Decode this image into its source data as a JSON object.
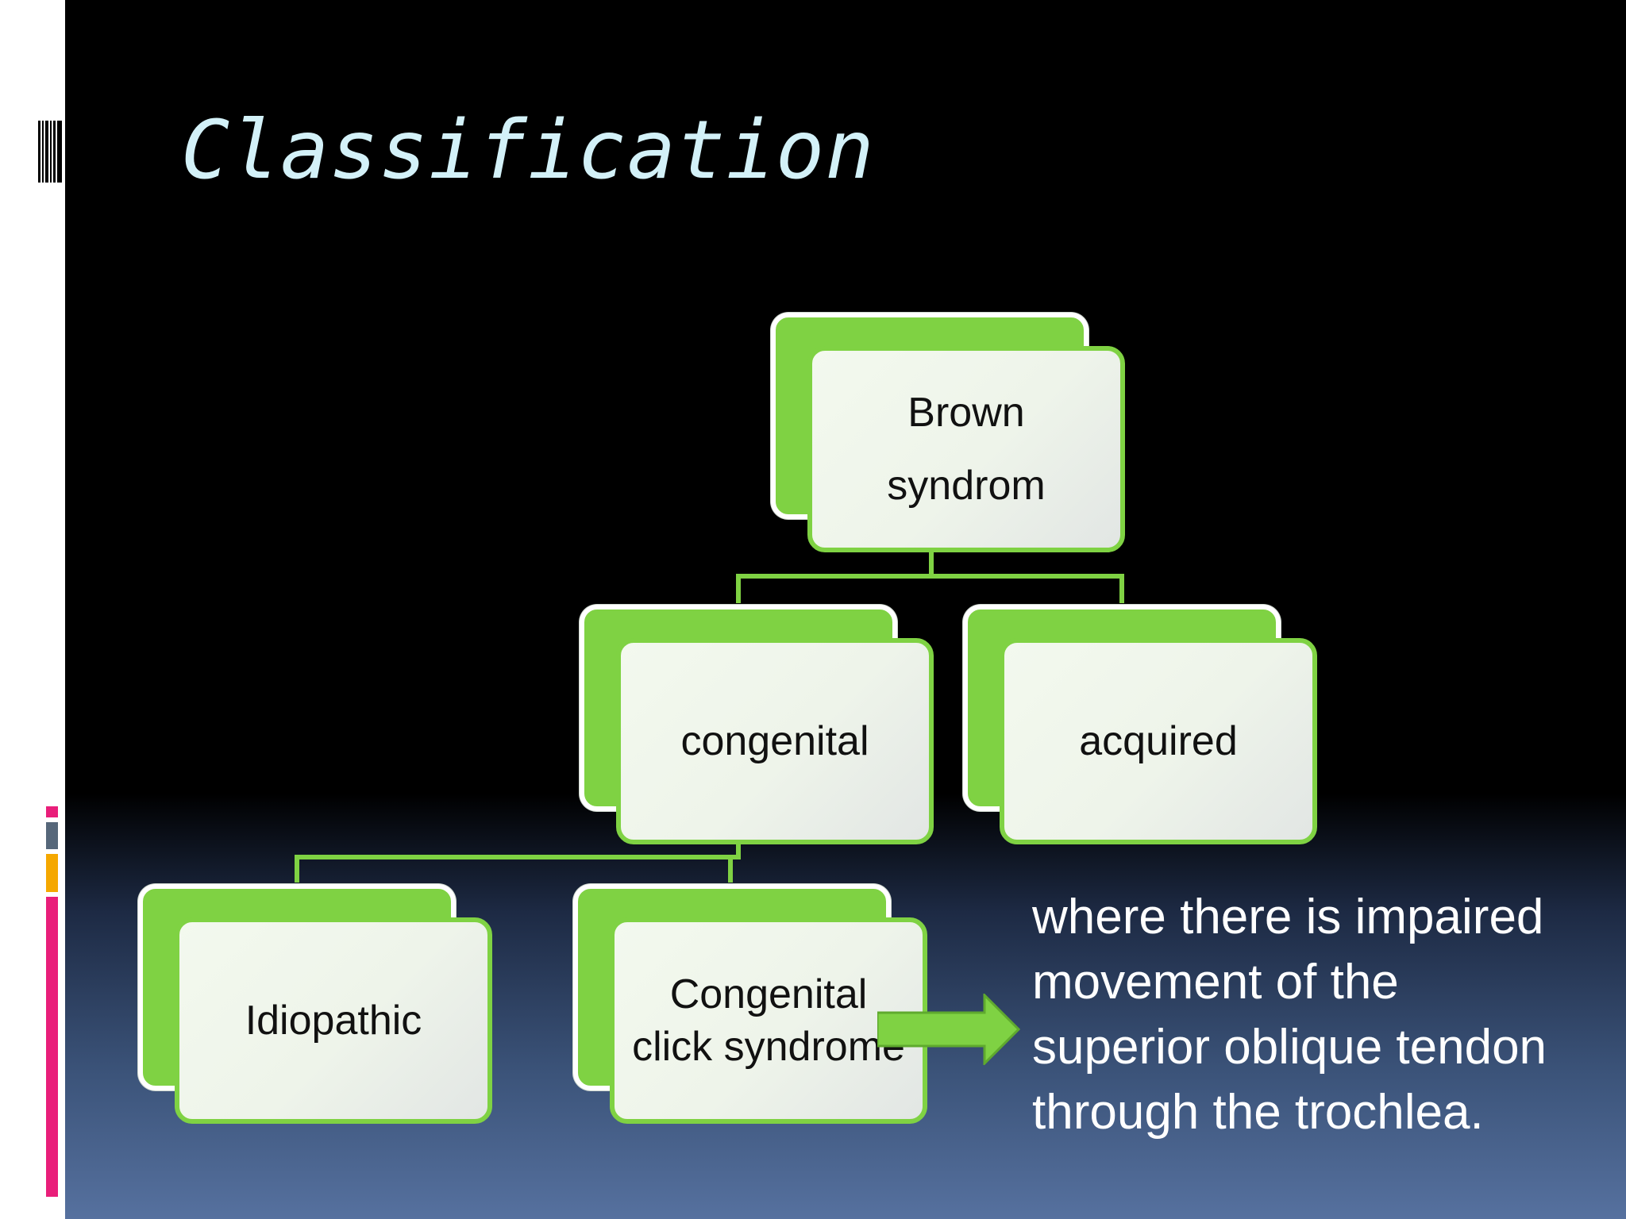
{
  "slide": {
    "title": "Classification",
    "note": "where there is impaired movement of the superior oblique tendon through the trochlea."
  },
  "diagram": {
    "nodes": {
      "root": "Brown syndrom",
      "congenital": "congenital",
      "acquired": "acquired",
      "idiopathic": "Idiopathic",
      "click": "Congenital click syndrome"
    }
  },
  "colors": {
    "node_green": "#7fd243",
    "title": "#d3f1f8",
    "text": "#ffffff"
  }
}
